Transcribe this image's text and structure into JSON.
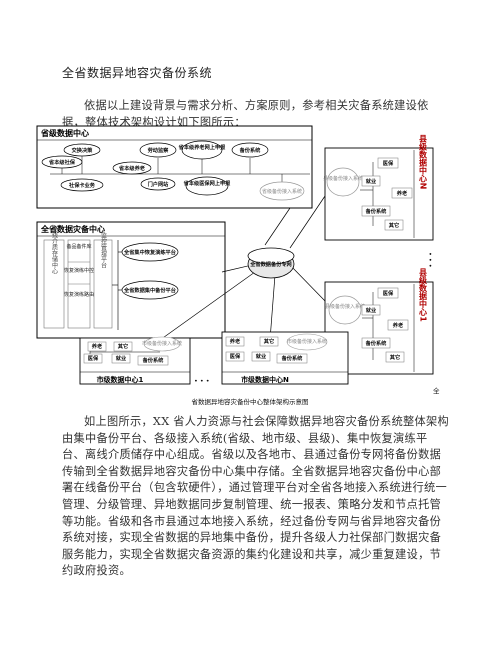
{
  "doc": {
    "title": "全省数据异地容灾备份系统",
    "intro": "依据以上建设背景与需求分析、方案原则，参考相关灾备系统建设依据，整体技术架构设计如下图所示：",
    "body": "如上图所示，XX 省人力资源与社会保障数据异地容灾备份系统整体架构由集中备份平台、各级接入系统(省级、地市级、县级)、集中恢复演练平台、离线介质储存中心组成。省级以及各地市、县通过备份专网将备份数据传输到全省数据异地容灾备份中心集中存储。全省数据异地容灾备份中心部署在线备份平台（包含软硬件），通过管理平台对全省各地接入系统进行统一管理、分级管理、异地数据同步复制管理、统一报表、策略分发和节点托管等功能。省级和各市县通过本地接入系统，经过备份专网与省异地容灾备份系统对接，实现全省数据的异地集中备份，提升各级人力社保部门数据灾备服务能力，实现全省数据灾备资源的集约化建设和共享，减少重复建设，节约政府投资。"
  },
  "diagram": {
    "caption": "省数据异地容灾备份中心整体架构示意图",
    "provincial": {
      "title": "省级数据中心",
      "clouds": [
        "交换决策",
        "省本级社保",
        "省本级养老",
        "劳动监察",
        "省本级养老网上申报",
        "备份系统",
        "社保卡业务",
        "门户网站",
        "省本级医保网上申报"
      ],
      "access": "省级备份接入系统"
    },
    "dr_center": {
      "title": "全省数据灾备中心",
      "col1": "离线介质存储中心",
      "col2": [
        "备品备件库",
        "恢复演练中控",
        "恢复演练路由"
      ],
      "col3": "监控管理平台",
      "platform1": "全省集中恢复演练平台",
      "platform2": "全省数据集中备份平台"
    },
    "network": "全省数据备份专网",
    "county_top": {
      "access": "县级备份接入系统",
      "items": [
        "医保",
        "就业",
        "养老",
        "备份系统",
        "其它"
      ],
      "title": "县级数据中心N"
    },
    "county_bottom": {
      "access": "县级备份接入系统",
      "items": [
        "医保",
        "就业",
        "养老",
        "备份系统",
        "其它"
      ],
      "title": "县级数据中心1"
    },
    "city1": {
      "title": "市级数据中心1",
      "items": [
        "养老",
        "其它",
        "医保",
        "就业",
        "备份系统"
      ],
      "access": "市级备份接入系统"
    },
    "cityN": {
      "title": "市级数据中心N",
      "items": [
        "养老",
        "其它",
        "医保",
        "就业",
        "备份系统"
      ],
      "access": "市级备份接入系统"
    },
    "ellipsis": "• • •",
    "side_label": "全"
  }
}
